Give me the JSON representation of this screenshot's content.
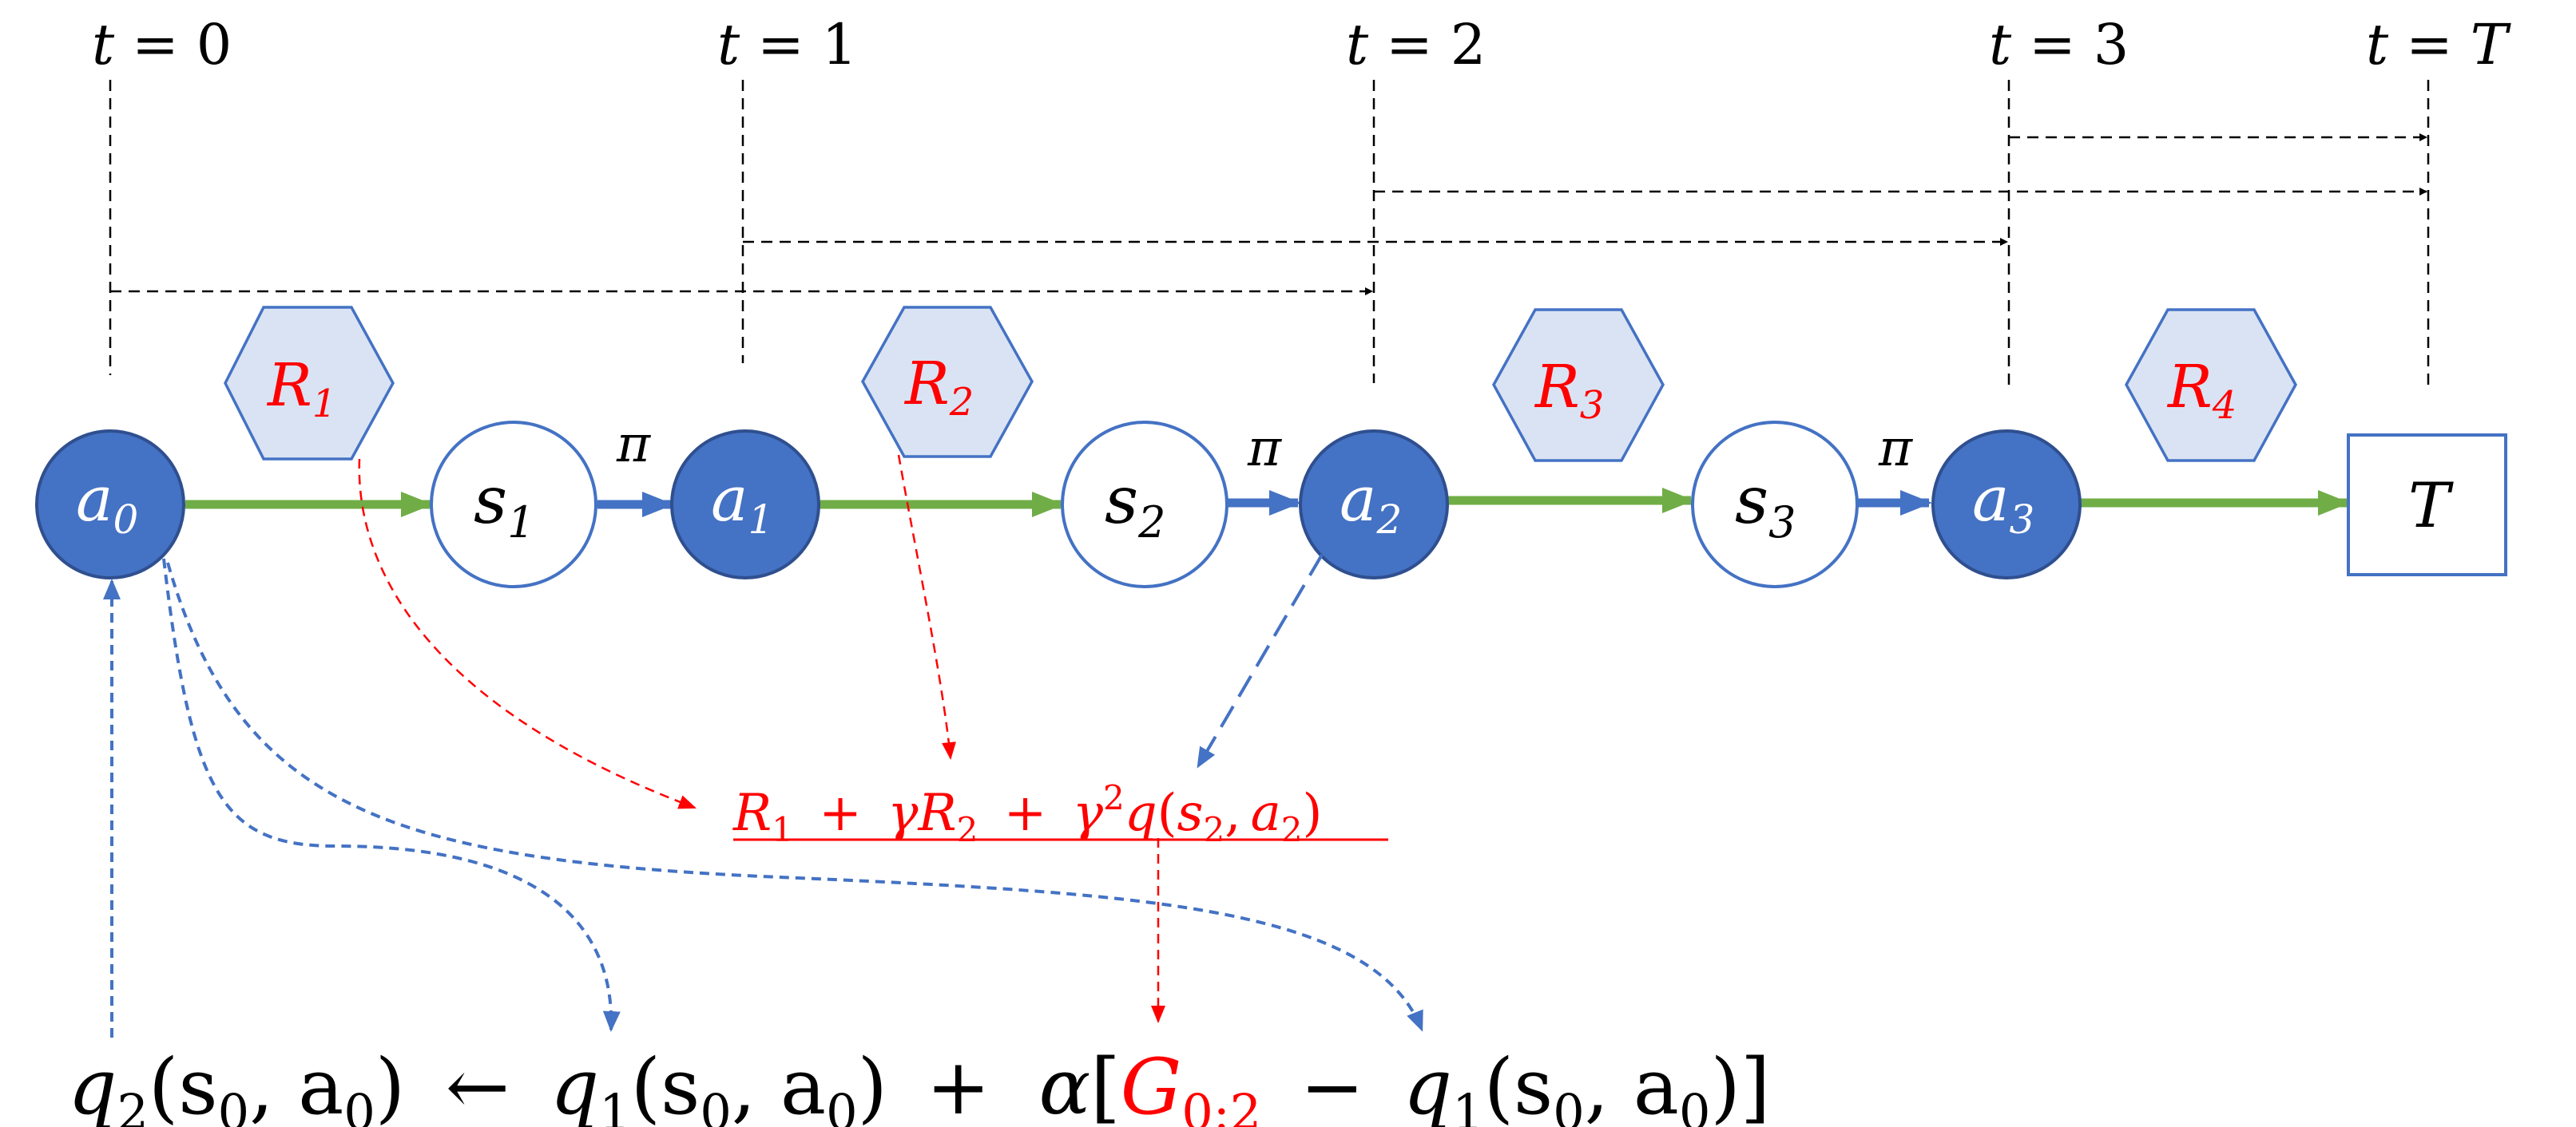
{
  "time_labels": [
    {
      "var": "t",
      "eq": "=",
      "val": "0"
    },
    {
      "var": "t",
      "eq": "=",
      "val": "1"
    },
    {
      "var": "t",
      "eq": "=",
      "val": "2"
    },
    {
      "var": "t",
      "eq": "=",
      "val": "3"
    },
    {
      "var": "t",
      "eq": "=",
      "val": "T"
    }
  ],
  "action_nodes": [
    {
      "sym": "a",
      "sub": "0"
    },
    {
      "sym": "a",
      "sub": "1"
    },
    {
      "sym": "a",
      "sub": "2"
    },
    {
      "sym": "a",
      "sub": "3"
    }
  ],
  "state_nodes": [
    {
      "sym": "s",
      "sub": "1"
    },
    {
      "sym": "s",
      "sub": "2"
    },
    {
      "sym": "s",
      "sub": "3"
    }
  ],
  "terminal": {
    "sym": "T"
  },
  "rewards": [
    {
      "sym": "R",
      "sub": "1"
    },
    {
      "sym": "R",
      "sub": "2"
    },
    {
      "sym": "R",
      "sub": "3"
    },
    {
      "sym": "R",
      "sub": "4"
    }
  ],
  "policy_symbol": "π",
  "target": {
    "r1": "R",
    "r1_sub": "1",
    "plus1": "+",
    "gamma1": "γ",
    "r2": "R",
    "r2_sub": "2",
    "plus2": "+",
    "gamma2": "γ",
    "gamma2_sup": "2",
    "q": "q",
    "open": "(",
    "s": "s",
    "s_sub": "2",
    "comma": ",",
    "a": "a",
    "a_sub": "2",
    "close": ")"
  },
  "update": {
    "q2": "q",
    "q2_sub": "2",
    "args1": "(s",
    "args1_sub": "0",
    "args1_mid": ", a",
    "args1_sub2": "0",
    "args1_end": ")",
    "arrow": "←",
    "q1": "q",
    "q1_sub": "1",
    "args2": "(s",
    "args2_sub": "0",
    "args2_mid": ", a",
    "args2_sub2": "0",
    "args2_end": ")",
    "plus": "+",
    "alpha": "α",
    "lbracket": "[",
    "G": "G",
    "G_sub": "0:2",
    "minus": "−",
    "q1b": "q",
    "q1b_sub": "1",
    "args3": "(s",
    "args3_sub": "0",
    "args3_mid": ", a",
    "args3_sub2": "0",
    "args3_end": ")",
    "rbracket": "]"
  },
  "colors": {
    "action_fill": "#4472C4",
    "action_stroke": "#2F4F8F",
    "state_stroke": "#4472C4",
    "reward_fill": "#DAE3F3",
    "reward_text": "#FF0000",
    "transition_arrow": "#70AD47",
    "policy_arrow": "#4472C4",
    "red_dashed": "#FF0000",
    "blue_dashed": "#4472C4",
    "black_dashed": "#000000"
  }
}
